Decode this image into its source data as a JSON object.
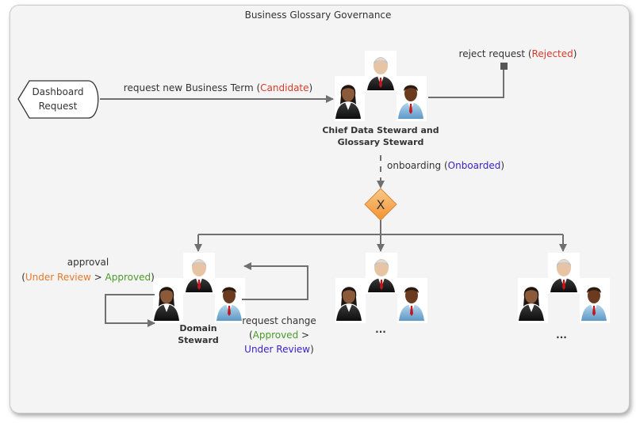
{
  "title": "Business Glossary Governance",
  "start_node": {
    "line1": "Dashboard",
    "line2": "Request"
  },
  "edges": {
    "request_new": {
      "text": "request new Business Term (",
      "status": "Candidate",
      "close": ")"
    },
    "reject": {
      "text": "reject request (",
      "status": "Rejected",
      "close": ")"
    },
    "onboarding": {
      "text": "onboarding (",
      "status": "Onboarded",
      "close": ")"
    },
    "approval": {
      "label": "approval",
      "open": "(",
      "from": "Under Review",
      "sep": " > ",
      "to": "Approved",
      "close": ")"
    },
    "request_change": {
      "label": "request change",
      "open": "(",
      "from": "Approved",
      "sep": " >",
      "to": "Under Review",
      "close": ")"
    }
  },
  "nodes": {
    "chief": {
      "line1": "Chief Data Steward and",
      "line2": "Glossary Steward"
    },
    "domain": {
      "line1": "Domain",
      "line2": "Steward"
    },
    "middle": {
      "label": "..."
    },
    "right": {
      "label": "..."
    }
  },
  "gateway": {
    "symbol": "X"
  },
  "colors": {
    "rejected": "#d93a2b",
    "candidate": "#d93a2b",
    "onboarded": "#3a22c9",
    "under_review": "#e7782a",
    "approved": "#4b9a2a",
    "gateway": "#f5a94e",
    "line": "#707070"
  },
  "icons": [
    "group-stewards-icon",
    "gateway-x-icon",
    "dashboard-request-shape"
  ]
}
